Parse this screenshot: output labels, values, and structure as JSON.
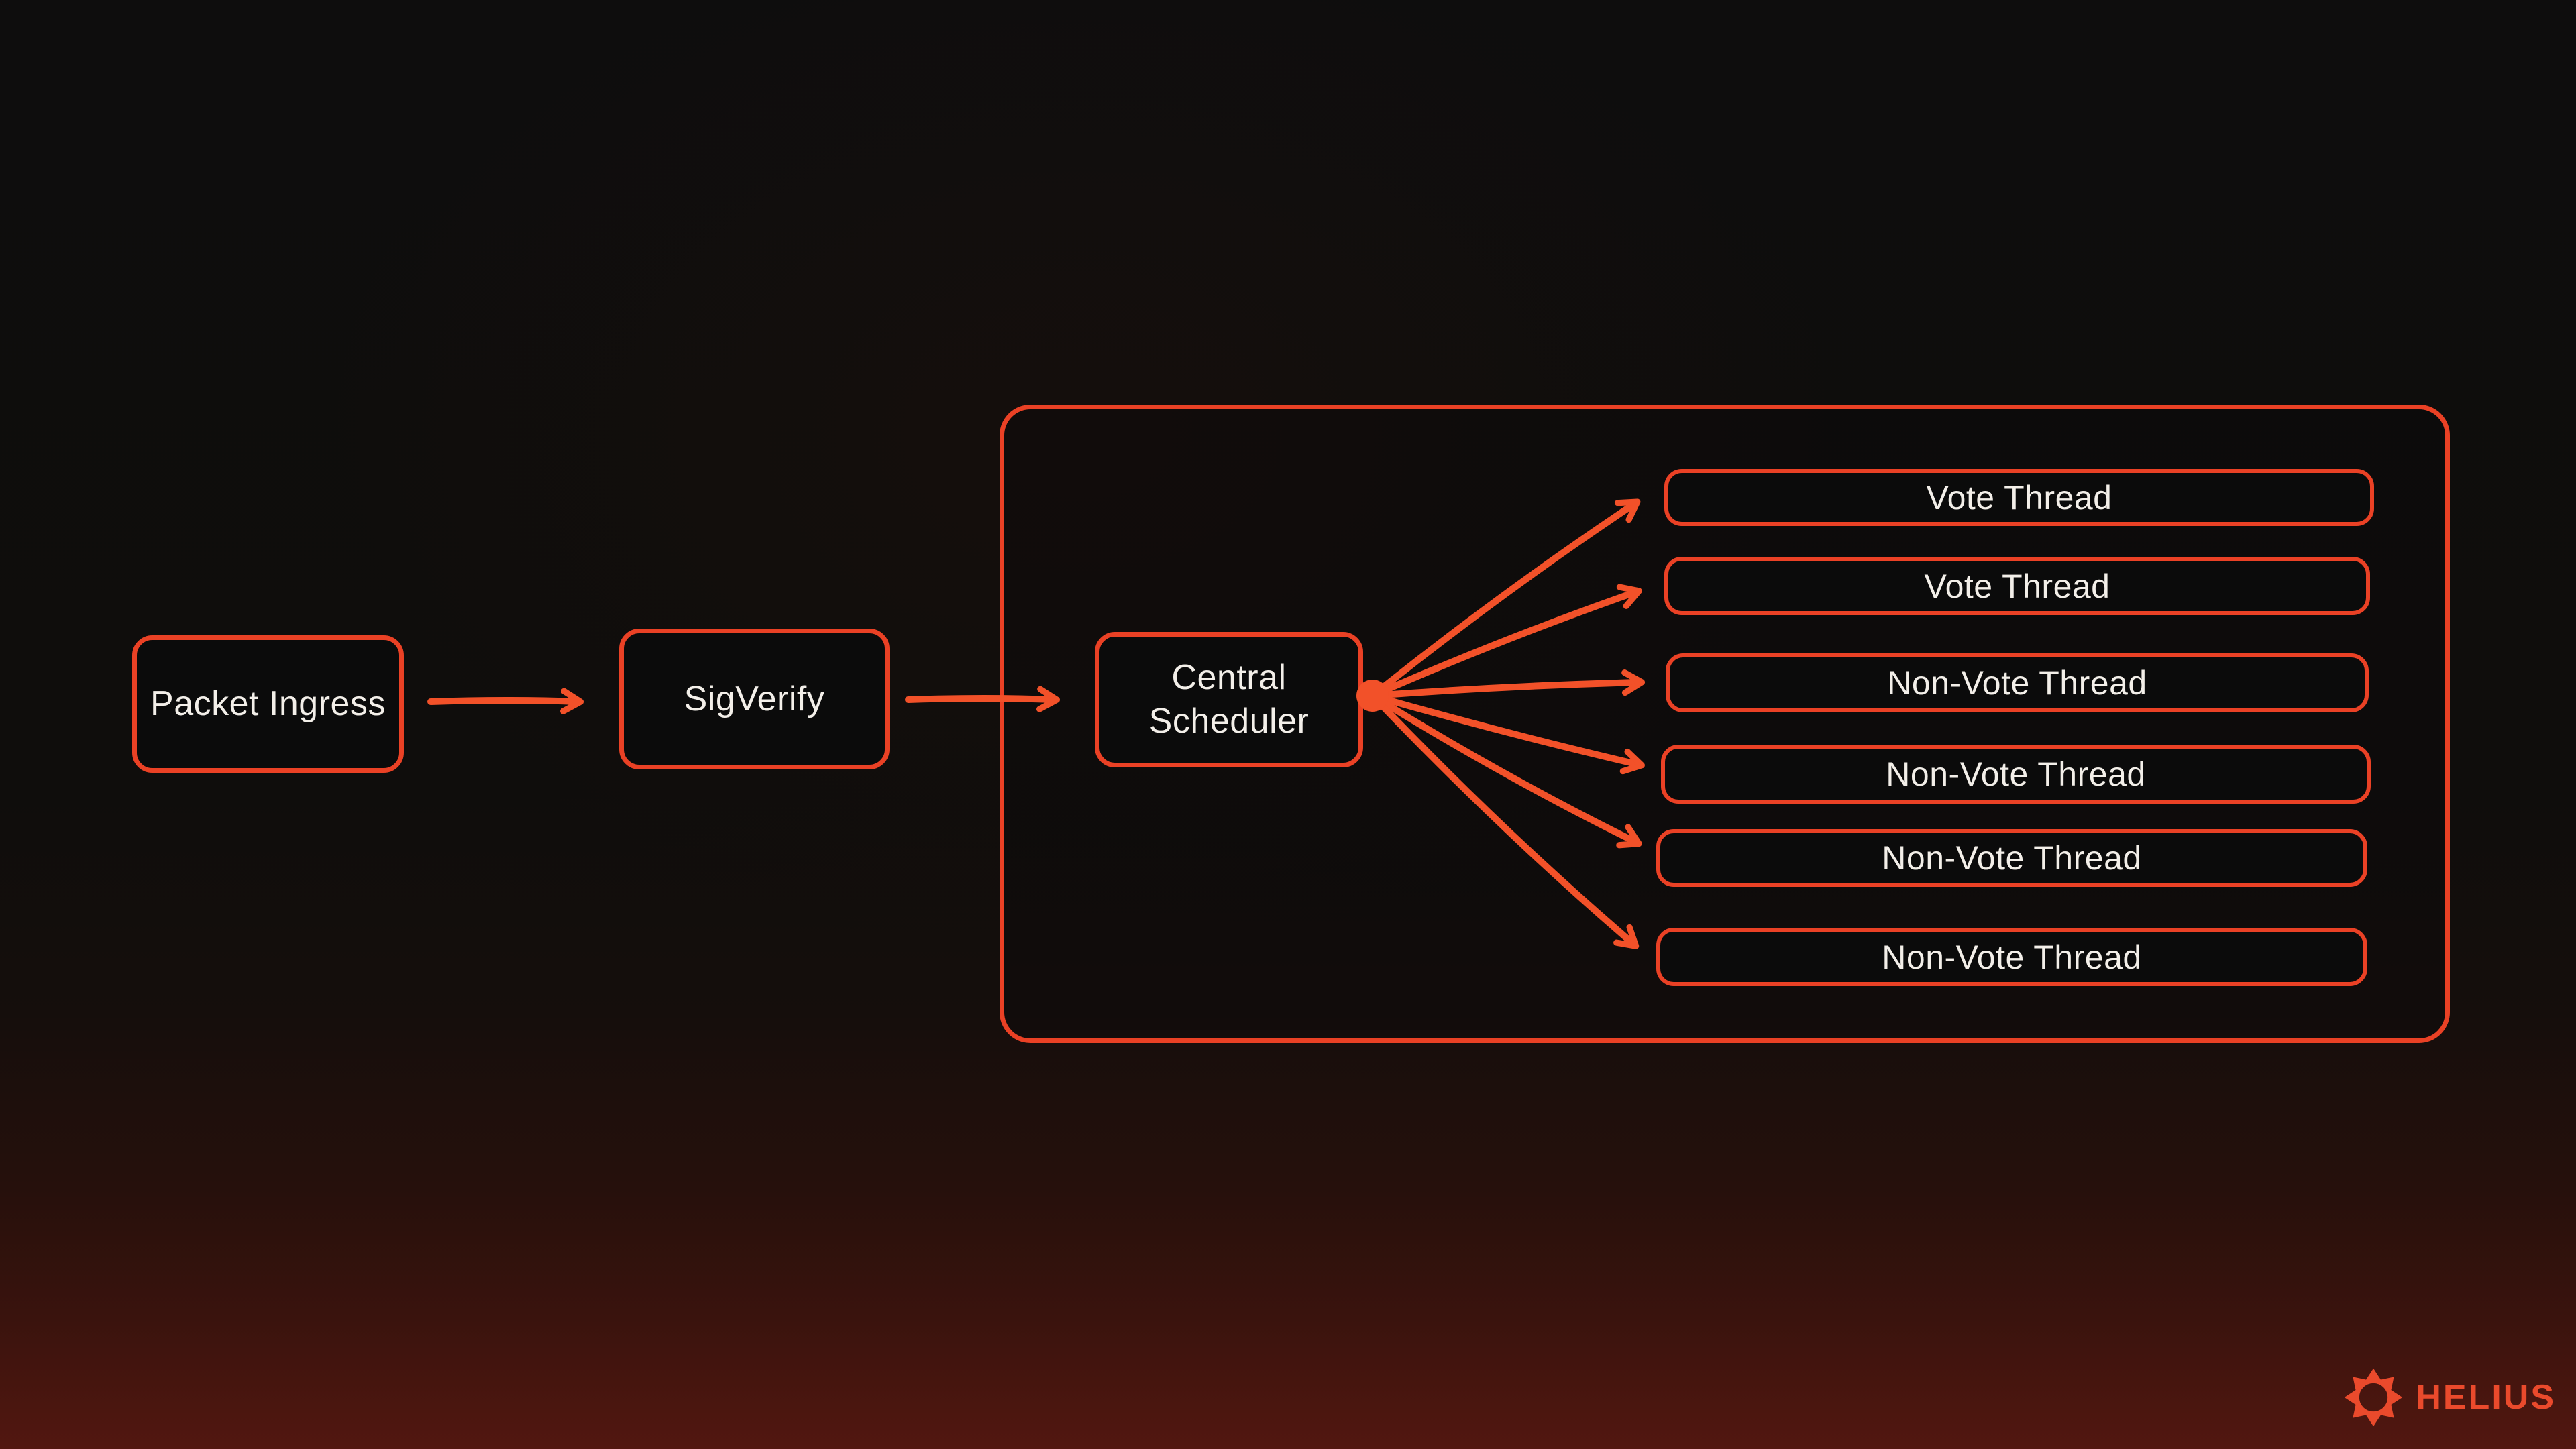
{
  "colors": {
    "accent": "#ea4125",
    "accent_bright": "#f25129",
    "text": "#f3efe9",
    "background_top": "#0e0d0d",
    "background_bottom": "#521710"
  },
  "diagram": {
    "nodes": {
      "packet_ingress": {
        "label": "Packet Ingress"
      },
      "sigverify": {
        "label": "SigVerify"
      },
      "central_scheduler": {
        "label": "Central Scheduler"
      }
    },
    "threads": [
      {
        "label": "Vote Thread"
      },
      {
        "label": "Vote Thread"
      },
      {
        "label": "Non-Vote Thread"
      },
      {
        "label": "Non-Vote Thread"
      },
      {
        "label": "Non-Vote Thread"
      },
      {
        "label": "Non-Vote Thread"
      }
    ]
  },
  "branding": {
    "logo_text": "HELIUS",
    "logo_icon": "helius-sun-icon"
  }
}
